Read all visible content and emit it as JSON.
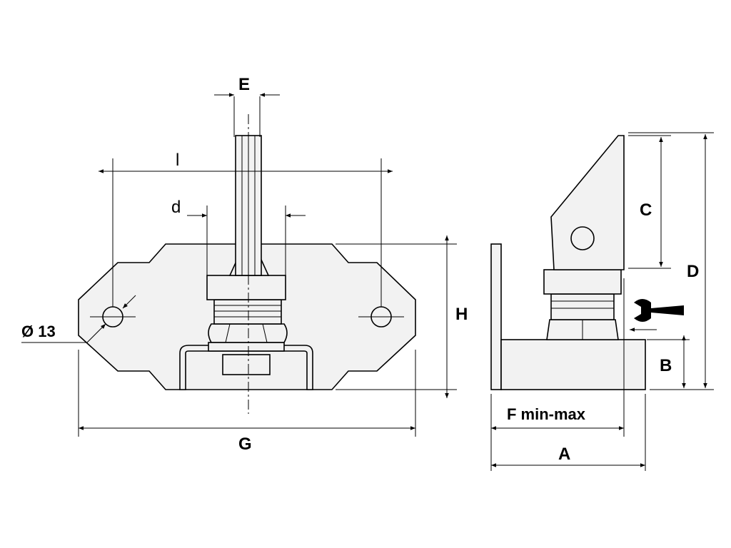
{
  "diagram": {
    "labels": {
      "E": "E",
      "l": "l",
      "d": "d",
      "diameter": "Ø 13",
      "H": "H",
      "G": "G",
      "C": "C",
      "D": "D",
      "B": "B",
      "F": "F min-max",
      "A": "A"
    }
  }
}
